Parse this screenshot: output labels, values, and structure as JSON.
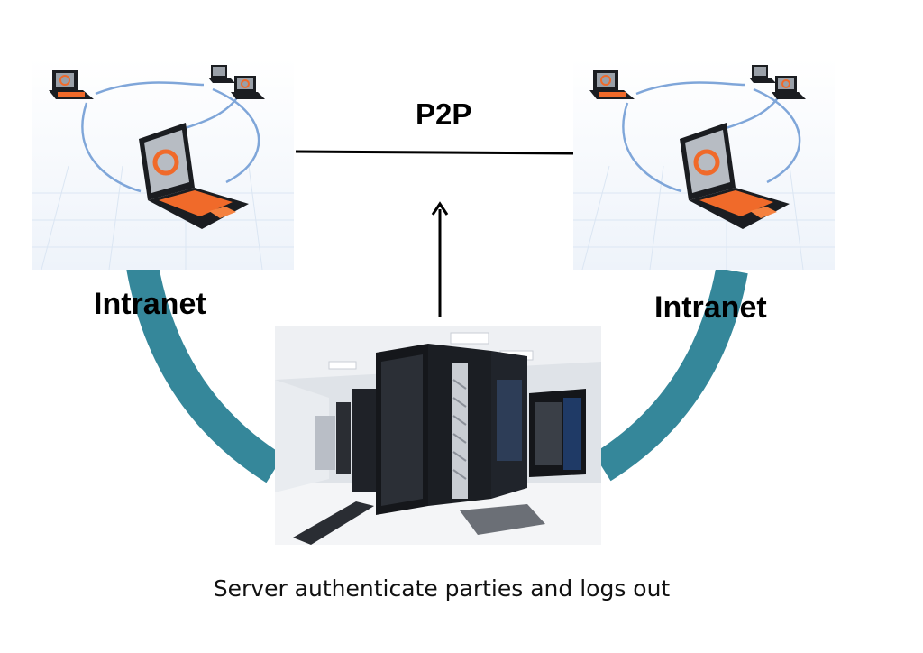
{
  "diagram": {
    "p2p_label": "P2P",
    "intranet_left_label": "Intranet",
    "intranet_right_label": "Intranet",
    "caption": "Server authenticate parties and logs out",
    "colors": {
      "arc": "#35879a",
      "line": "#000000",
      "laptop_accent": "#f06a2a",
      "cable": "#7fa6d9",
      "rack": "#1b1d21"
    },
    "icons": [
      "laptop-network-illustration",
      "server-room-photo",
      "up-arrow"
    ]
  }
}
